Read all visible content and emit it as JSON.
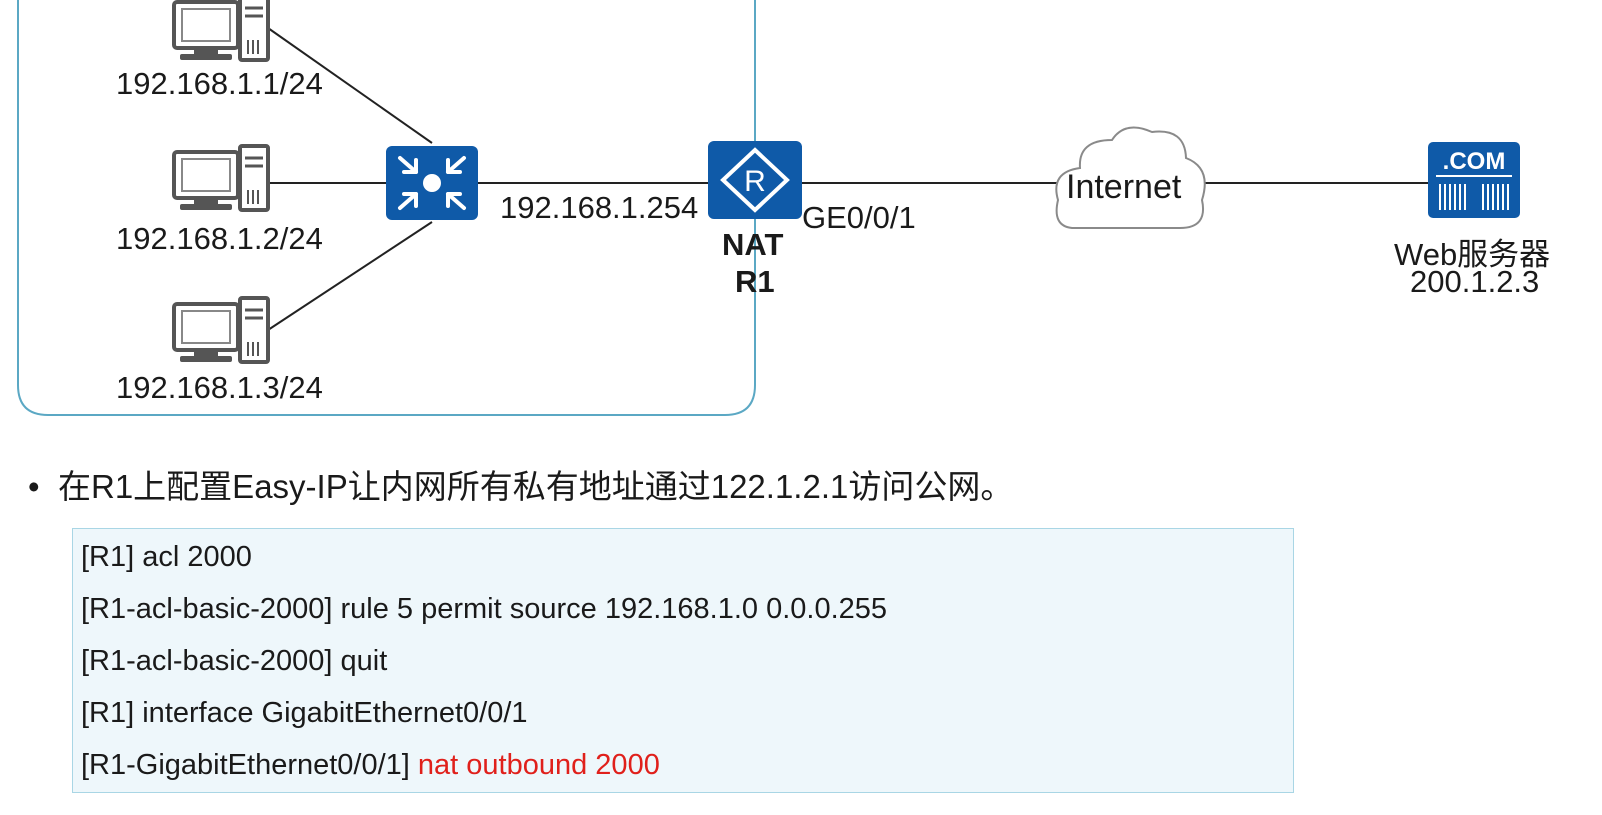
{
  "pcs": [
    {
      "label": "192.168.1.1/24"
    },
    {
      "label": "192.168.1.2/24"
    },
    {
      "label": "192.168.1.3/24"
    }
  ],
  "switch": {
    "icon": "switch-icon"
  },
  "router": {
    "icon": "router-icon",
    "glyph": "R",
    "role": "NAT",
    "name": "R1"
  },
  "links": {
    "lan_gateway": "192.168.1.254",
    "wan_interface": "GE0/0/1"
  },
  "cloud": {
    "label": "Internet"
  },
  "server": {
    "badge": ".COM",
    "name": "Web服务器",
    "ip": "200.1.2.3"
  },
  "bullet": "在R1上配置Easy-IP让内网所有私有地址通过122.1.2.1访问公网。",
  "code": {
    "lines": [
      {
        "text": "[R1] acl 2000"
      },
      {
        "text": "[R1-acl-basic-2000] rule 5 permit source 192.168.1.0 0.0.0.255"
      },
      {
        "text": "[R1-acl-basic-2000] quit"
      },
      {
        "text": "[R1] interface GigabitEthernet0/0/1"
      },
      {
        "text": "[R1-GigabitEthernet0/0/1] ",
        "highlight": "nat outbound 2000"
      }
    ]
  },
  "colors": {
    "device_blue": "#0f5aa8",
    "highlight_red": "#e0201b",
    "code_bg": "#eef7fb",
    "code_border": "#a9d6e5",
    "area_border": "#5ba8c4"
  }
}
